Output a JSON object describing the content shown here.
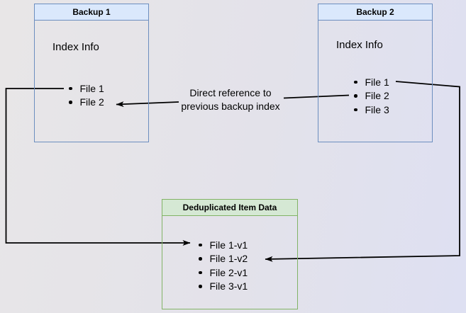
{
  "backup1": {
    "title": "Backup 1",
    "subtitle": "Index Info",
    "files": [
      "File 1",
      "File 2"
    ]
  },
  "backup2": {
    "title": "Backup 2",
    "subtitle": "Index Info",
    "files": [
      "File 1",
      "File 2",
      "File 3"
    ]
  },
  "dedup": {
    "title": "Deduplicated Item Data",
    "items": [
      "File 1-v1",
      "File 1-v2",
      "File 2-v1",
      "File 3-v1"
    ]
  },
  "annotation": {
    "line1": "Direct reference to",
    "line2": "previous backup index"
  },
  "colors": {
    "blue_fill": "#dae8fc",
    "blue_stroke": "#6c8ebf",
    "green_fill": "#d5e8d4",
    "green_stroke": "#82b366",
    "line": "#000000"
  }
}
